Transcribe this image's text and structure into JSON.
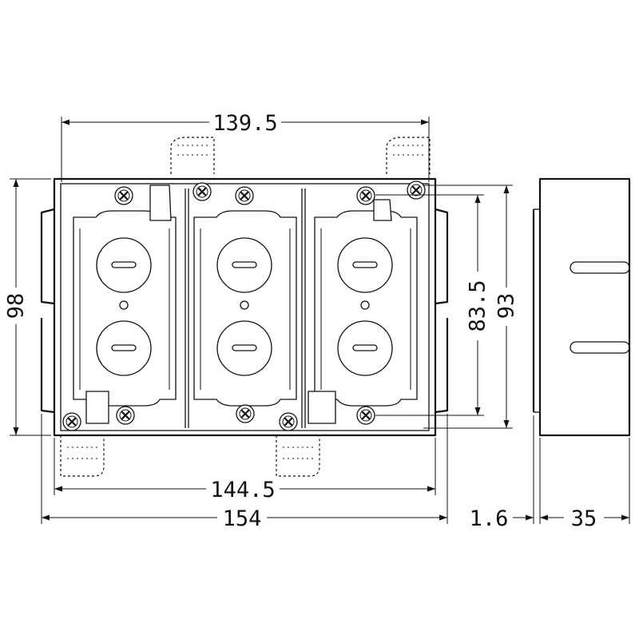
{
  "dimensions": {
    "top_width": "139.5",
    "bottom_inner_width": "144.5",
    "bottom_overall_width": "154",
    "left_height": "98",
    "right_inner_height": "83.5",
    "right_outer_height": "93",
    "flange_thickness": "1.6",
    "depth": "35"
  },
  "gangs": [
    "left",
    "center",
    "right"
  ]
}
